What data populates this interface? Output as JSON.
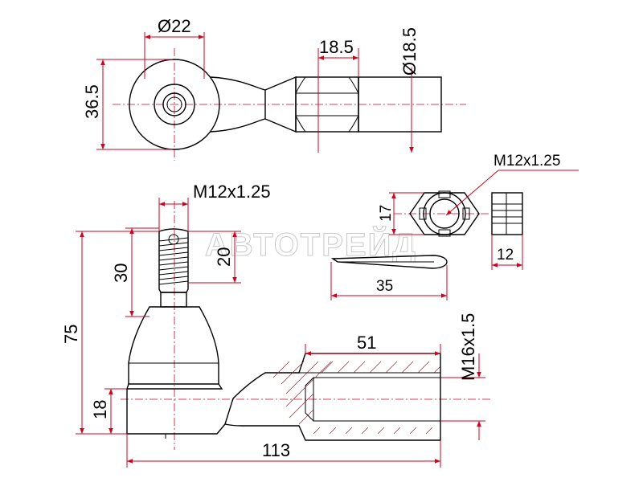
{
  "watermark": "АВТОТРЕЙД",
  "colors": {
    "dimension": "#d0021b",
    "outline": "#000000",
    "watermark": "#c8c8c8"
  },
  "top_view": {
    "dim_eye_diameter": "Ø22",
    "dim_height": "36.5",
    "dim_flat": "18.5",
    "dim_shank_diameter": "Ø18.5"
  },
  "side_view": {
    "dim_stud_thread": "M12x1.25",
    "dim_stud_length": "30",
    "dim_thread_length": "20",
    "dim_total_height": "75",
    "dim_lower": "18",
    "dim_internal_thread_depth": "51",
    "dim_internal_thread": "M16x1.5",
    "dim_total_length": "113"
  },
  "nut": {
    "dim_thread": "M12x1.25",
    "dim_across_flats": "17",
    "dim_height": "12"
  },
  "cotter_pin": {
    "dim_length": "35"
  }
}
